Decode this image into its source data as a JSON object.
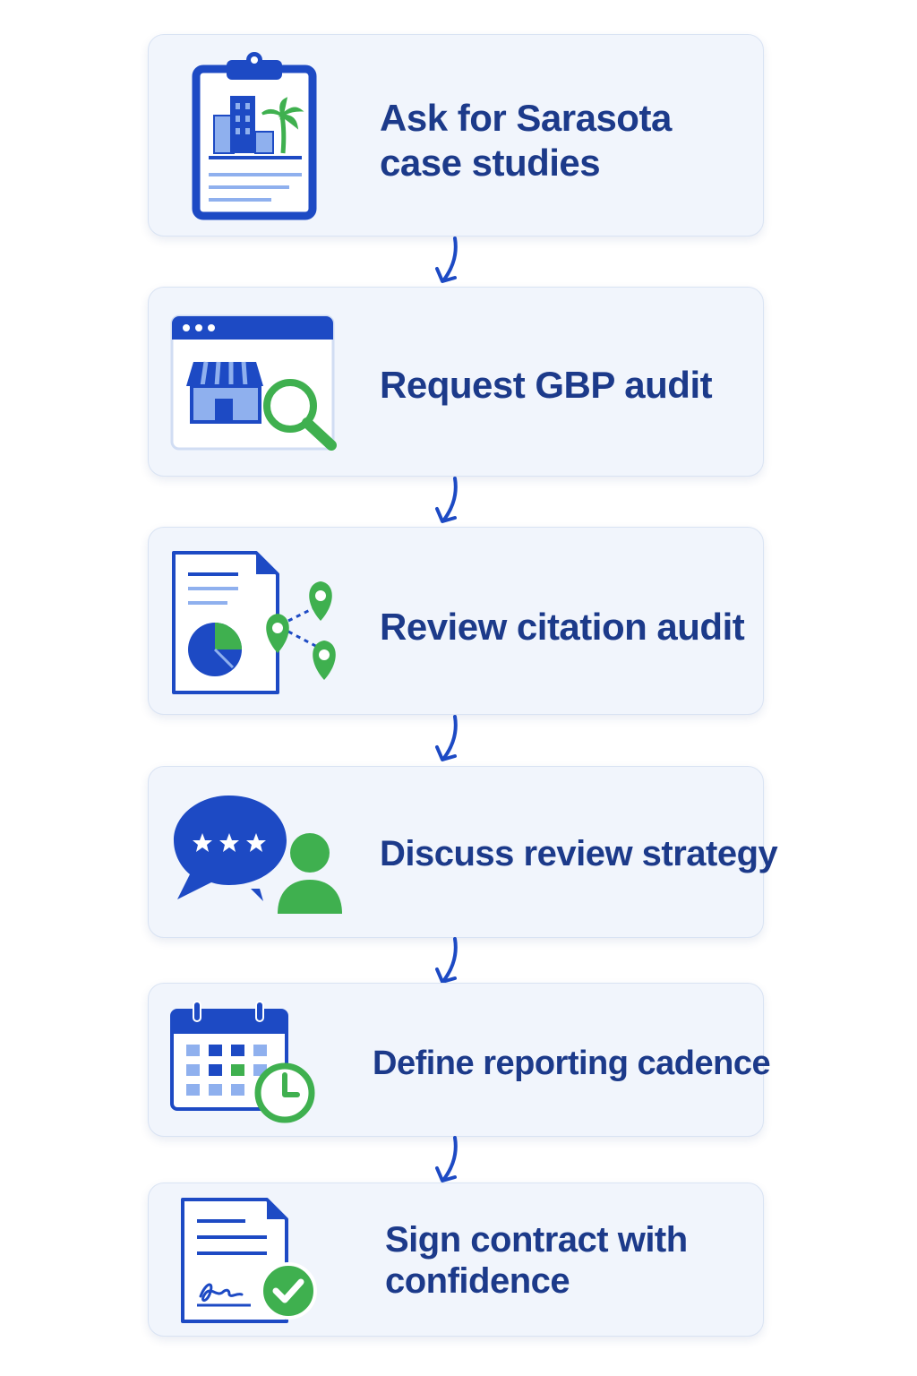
{
  "colors": {
    "blue": "#1d4ac4",
    "light_blue": "#8fb0ee",
    "green": "#3fb04f",
    "text": "#1c3a8a",
    "card_bg": "#f1f5fc"
  },
  "steps": [
    {
      "icon": "clipboard-buildings-icon",
      "line1": "Ask for Sarasota",
      "line2": "case studies"
    },
    {
      "icon": "storefront-search-icon",
      "line1": "Request GBP audit"
    },
    {
      "icon": "document-map-pins-icon",
      "line1": "Review citation audit"
    },
    {
      "icon": "chat-stars-person-icon",
      "line1": "Discuss review strategy"
    },
    {
      "icon": "calendar-clock-icon",
      "line1": "Define reporting cadence"
    },
    {
      "icon": "contract-signature-check-icon",
      "line1": "Sign contract with",
      "line2": "confidence"
    }
  ]
}
